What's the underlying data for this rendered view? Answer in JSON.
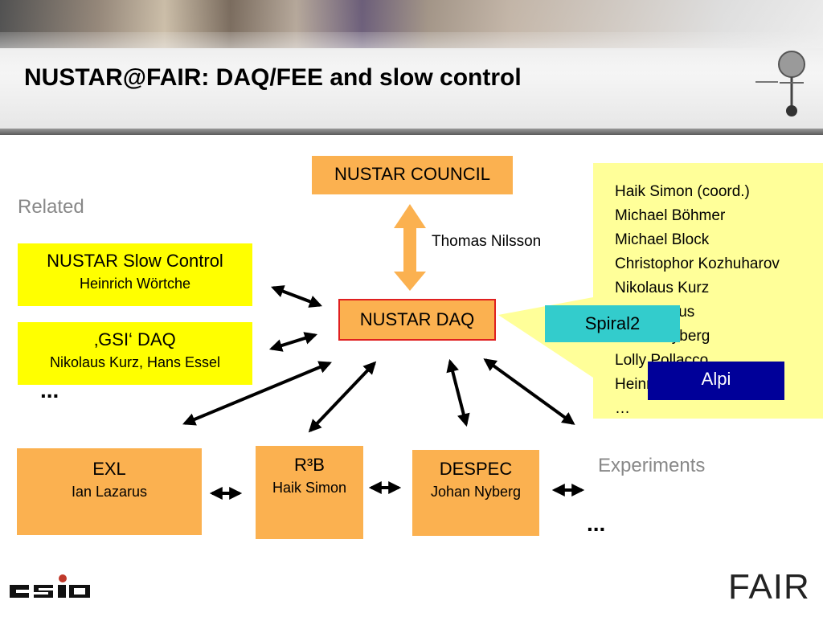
{
  "title": "NUSTAR@FAIR: DAQ/FEE and slow control",
  "related_label": "Related",
  "experiments_label": "Experiments",
  "council": "NUSTAR COUNCIL",
  "council_contact": "Thomas Nilsson",
  "daq": "NUSTAR DAQ",
  "related_items": [
    {
      "name": "NUSTAR Slow Control",
      "person": "Heinrich Wörtche"
    },
    {
      "name": "‚GSI‘ DAQ",
      "person": "Nikolaus Kurz, Hans Essel"
    }
  ],
  "related_more": "...",
  "experiments": [
    {
      "name": "EXL",
      "person": "Ian Lazarus"
    },
    {
      "name": "R³B",
      "person": "Haik Simon"
    },
    {
      "name": "DESPEC",
      "person": "Johan Nyberg"
    }
  ],
  "experiments_more": "...",
  "members": [
    "Haik Simon (coord.)",
    "Michael Böhmer",
    "Michael Block",
    "Christophor Kozhuharov",
    "Nikolaus Kurz",
    "Ian Lazarus",
    "Johan Nyberg",
    "Lolly Pollacco",
    "Heinrich Wörtche",
    "…"
  ],
  "callouts": {
    "spiral2": "Spiral2",
    "alpi": "Alpi"
  },
  "logos": {
    "gsi": "GSI",
    "fair": "FAIR"
  },
  "colors": {
    "orange_box": "#fbb150",
    "yellow_box": "#ffff00",
    "member_panel": "#ffff99",
    "spiral2": "#33cccc",
    "alpi": "#000099",
    "daq_border": "#e02020"
  }
}
